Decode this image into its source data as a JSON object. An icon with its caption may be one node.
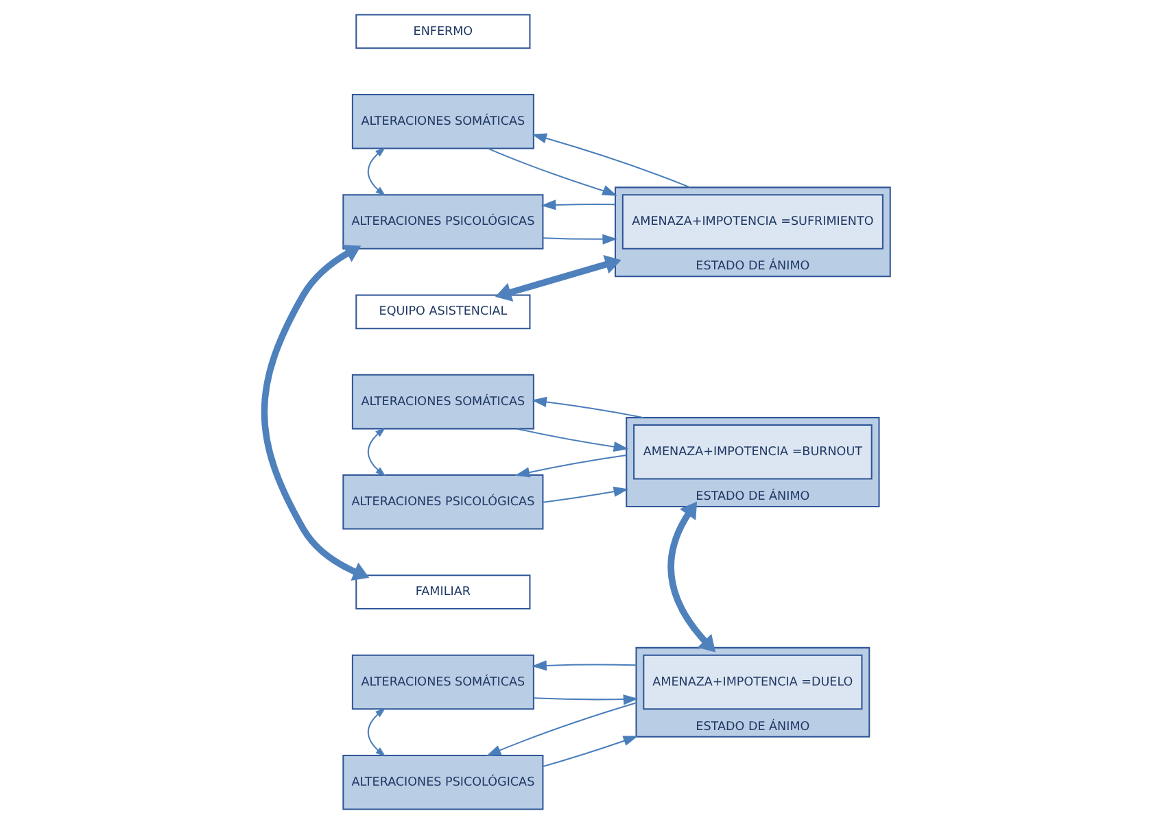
{
  "diagram": {
    "nodes": [
      {
        "text": [
          "ENFERMO"
        ]
      },
      {
        "text": [
          "ALTERACIONES SOMÁTICAS"
        ]
      },
      {
        "text": [
          "ESTADO DE ÁNIMO"
        ]
      },
      {
        "text": [
          "AMENAZA+IMPOTENCIA =SUFRIMIENTO"
        ],
        "in": 2
      },
      {
        "text": [
          "ALTERACIONES PSICOLÓGICAS"
        ]
      },
      {
        "text": [
          "EQUIPO ASISTENCIAL"
        ]
      },
      {
        "text": [
          "ALTERACIONES SOMÁTICAS"
        ]
      },
      {
        "text": [
          "ESTADO DE ÁNIMO"
        ]
      },
      {
        "text": [
          "AMENAZA+IMPOTENCIA =BURNOUT"
        ],
        "in": 7
      },
      {
        "text": [
          "ALTERACIONES PSICOLÓGICAS"
        ]
      },
      {
        "text": [
          "FAMILIAR"
        ]
      },
      {
        "text": [
          "ALTERACIONES SOMÁTICAS"
        ]
      },
      {
        "text": [
          "ESTADO DE ÁNIMO"
        ]
      },
      {
        "text": [
          "AMENAZA+IMPOTENCIA =DUELO"
        ],
        "in": 12
      },
      {
        "text": [
          "ALTERACIONES PSICOLÓGICAS"
        ]
      }
    ],
    "edges": [
      {
        "from": 1,
        "to": 4,
        "arrow": "both"
      },
      {
        "from": 1,
        "to": 2,
        "arrow": "to"
      },
      {
        "from": 4,
        "to": 2,
        "arrow": "to"
      },
      {
        "from": 2,
        "to": 1,
        "arrow": "to"
      },
      {
        "from": 2,
        "to": 4,
        "arrow": "to"
      },
      {
        "from": 6,
        "to": 9,
        "arrow": "both"
      },
      {
        "from": 6,
        "to": 7,
        "arrow": "to"
      },
      {
        "from": 9,
        "to": 7,
        "arrow": "to"
      },
      {
        "from": 7,
        "to": 6,
        "arrow": "to"
      },
      {
        "from": 7,
        "to": 9,
        "arrow": "to"
      },
      {
        "from": 11,
        "to": 14,
        "arrow": "both"
      },
      {
        "from": 11,
        "to": 12,
        "arrow": "to"
      },
      {
        "from": 14,
        "to": 12,
        "arrow": "to"
      },
      {
        "from": 12,
        "to": 11,
        "arrow": "to"
      },
      {
        "from": 12,
        "to": 14,
        "arrow": "to"
      },
      {
        "from": 2,
        "to": 5,
        "arrow": "both",
        "style": "thick"
      },
      {
        "from": 4,
        "to": 10,
        "arrow": "both",
        "style": "thick"
      },
      {
        "from": 7,
        "to": 12,
        "arrow": "both",
        "style": "thick"
      }
    ]
  }
}
